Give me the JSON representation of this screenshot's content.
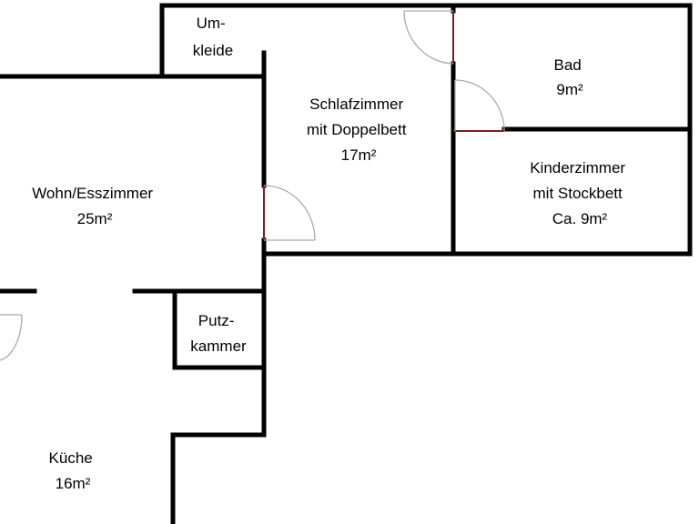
{
  "rooms": [
    {
      "id": "umkleide",
      "lines": [
        "Um-",
        "kleide"
      ]
    },
    {
      "id": "schlafzimmer",
      "lines": [
        "Schlafzimmer",
        "mit Doppelbett",
        "17m²"
      ]
    },
    {
      "id": "bad",
      "lines": [
        "Bad",
        "9m²"
      ]
    },
    {
      "id": "kinderzimmer",
      "lines": [
        "Kinderzimmer",
        "mit Stockbett",
        "Ca. 9m²"
      ]
    },
    {
      "id": "wohnzimmer",
      "lines": [
        "Wohn/Esszimmer",
        "25m²"
      ]
    },
    {
      "id": "putzkammer",
      "lines": [
        "Putz-",
        "kammer"
      ]
    },
    {
      "id": "kueche",
      "lines": [
        "Küche",
        "16m²"
      ]
    }
  ],
  "colors": {
    "wall": "#000000",
    "door_leaf": "#7a1f1f",
    "door_swing": "#a9a9a9"
  }
}
